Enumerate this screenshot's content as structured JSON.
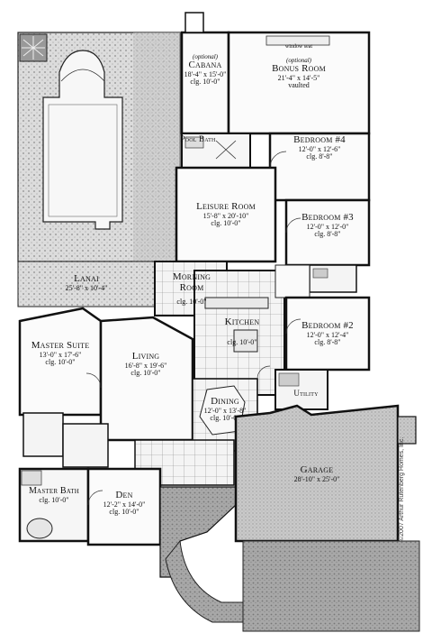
{
  "rooms": {
    "cabana": {
      "opt": "(optional)",
      "name": "Cabana",
      "dims": "18'-4\" x 15'-0\"",
      "clg": "clg. 10'-0\""
    },
    "bonus": {
      "opt": "(optional)",
      "name": "Bonus Room",
      "dims": "21'-4\" x 14'-5\"",
      "note": "vaulted",
      "window": "window seat"
    },
    "pool_bath": {
      "name": "Pool Bath"
    },
    "bedroom4": {
      "name": "Bedroom #4",
      "dims": "12'-0\" x 12'-6\"",
      "clg": "clg. 8'-8\""
    },
    "leisure": {
      "name": "Leisure Room",
      "dims": "15'-8\" x 20'-10\"",
      "clg": "clg. 10'-0\""
    },
    "bedroom3": {
      "name": "Bedroom #3",
      "dims": "12'-0\" x 12'-0\"",
      "clg": "clg. 8'-8\""
    },
    "lanai": {
      "name": "Lanai",
      "dims": "25'-8\" x 10'-4\""
    },
    "morning": {
      "name": "Morning Room",
      "clg": "clg. 10'-0\""
    },
    "kitchen": {
      "name": "Kitchen",
      "clg": "clg. 10'-0\""
    },
    "bedroom2": {
      "name": "Bedroom #2",
      "dims": "12'-0\" x 12'-4\"",
      "clg": "clg. 8'-8\""
    },
    "master_suite": {
      "name": "Master Suite",
      "dims": "13'-0\" x 17'-6\"",
      "clg": "clg. 10'-0\""
    },
    "living": {
      "name": "Living",
      "dims": "16'-8\" x 19'-6\"",
      "clg": "clg. 10'-0\""
    },
    "dining": {
      "name": "Dining",
      "dims": "12'-0\" x 13'-8\"",
      "clg": "clg. 10'-0\""
    },
    "utility": {
      "name": "Utility"
    },
    "garage": {
      "name": "Garage",
      "dims": "28'-10\" x 25'-0\""
    },
    "master_bath": {
      "name": "Master Bath",
      "clg": "clg. 10'-0\""
    },
    "den": {
      "name": "Den",
      "dims": "12'-2\" x 14'-0\"",
      "clg": "clg. 10'-0\""
    }
  },
  "copyright": "©2007 Arthur Rutenberg Homes, Inc."
}
